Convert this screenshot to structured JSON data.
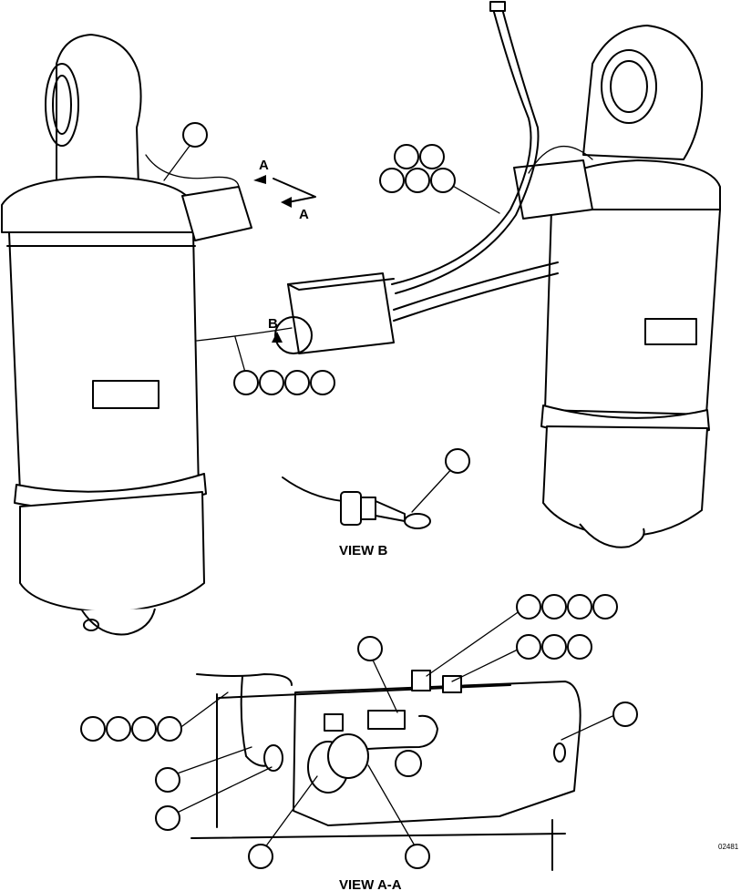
{
  "labels": {
    "arrow_upper": "A",
    "arrow_lower": "A",
    "arrow_b": "B",
    "view_b": "VIEW B",
    "view_aa": "VIEW A-A",
    "figure_id": "02481"
  },
  "colors": {
    "ink": "#000000",
    "background": "#ffffff"
  }
}
